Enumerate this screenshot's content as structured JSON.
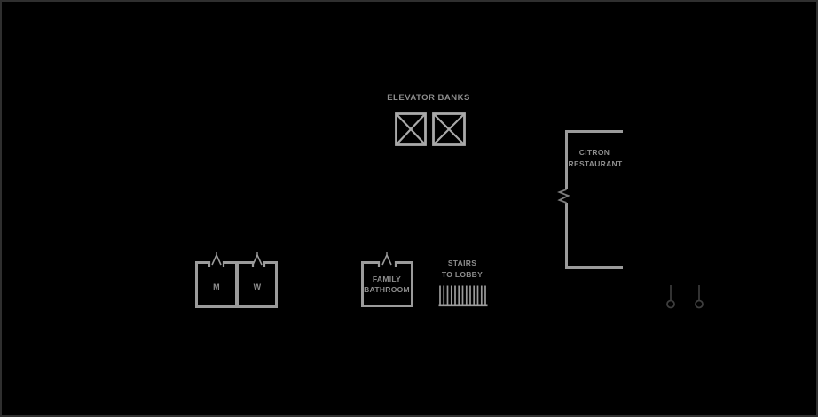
{
  "colors": {
    "bg": "#000000",
    "border": "#2f2f2f",
    "wall": "#9b9b9b",
    "wallBright": "#a9a9a9",
    "label": "#8d8d8d",
    "breakline": "#7d7d7d",
    "marker": "#3e3e3e"
  },
  "floorplan": {
    "elevator": {
      "label": "ELEVATOR BANKS"
    },
    "restaurant": {
      "line1": "CITRON",
      "line2": "RESTAURANT"
    },
    "bathrooms": {
      "men": "M",
      "women": "W"
    },
    "family_bathroom": {
      "line1": "FAMILY",
      "line2": "BATHROOM"
    },
    "stairs": {
      "line1": "STAIRS",
      "line2": "TO LOBBY"
    }
  }
}
